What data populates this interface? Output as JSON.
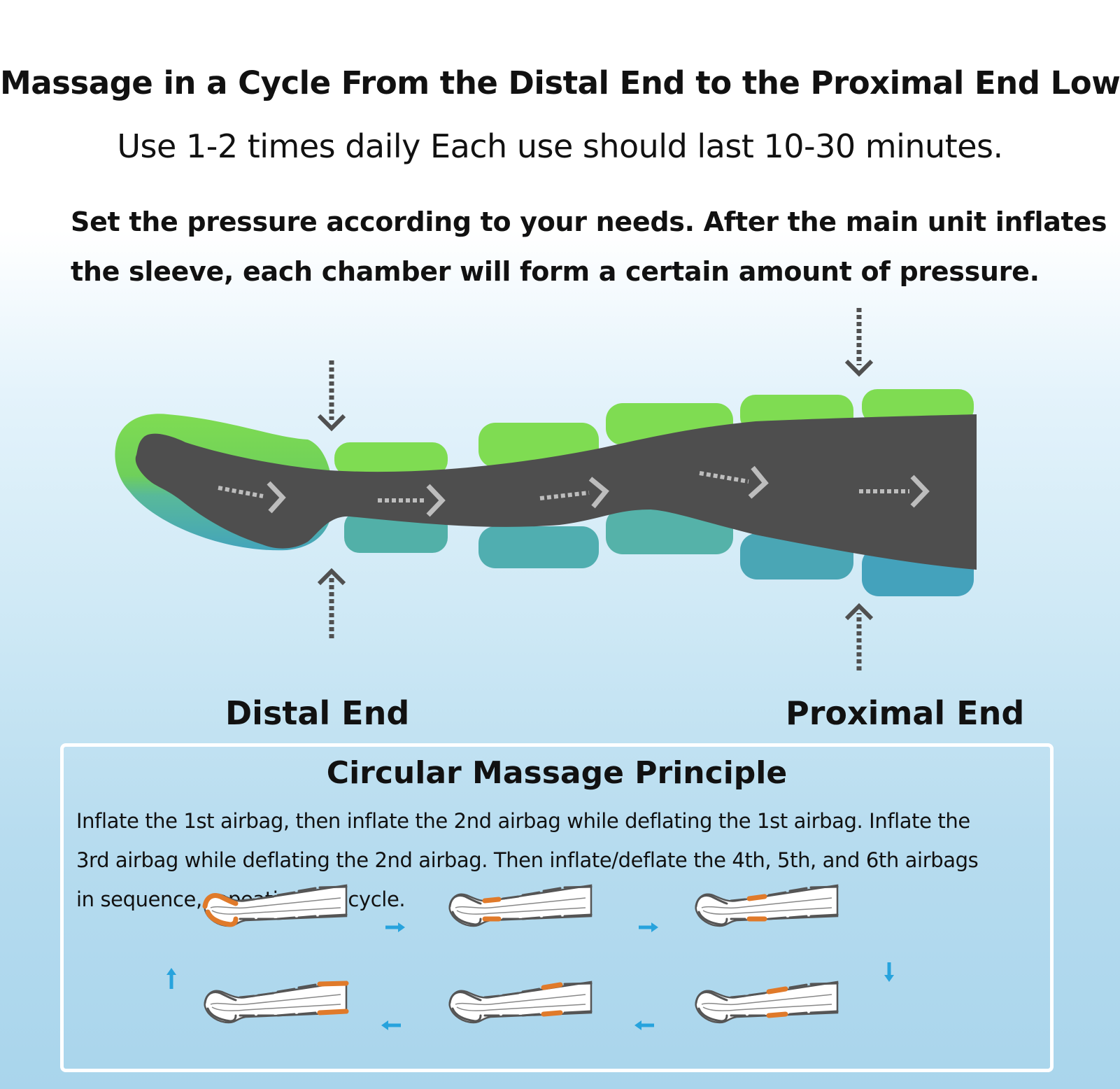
{
  "headline": "Massage in a Cycle From the Distal End to the Proximal End Low",
  "usage": "Use 1-2 times daily  Each use should last 10-30 minutes.",
  "pressure_lines": [
    "Set the pressure according to your needs. After the main unit inflates",
    "the sleeve, each chamber will form a certain amount of pressure."
  ],
  "labels": {
    "distal": "Distal End",
    "proximal": "Proximal End"
  },
  "principle": {
    "title": "Circular Massage Principle",
    "lines": [
      "Inflate the 1st airbag, then inflate the 2nd airbag while deflating the 1st airbag. Inflate the",
      "3rd airbag while deflating the 2nd airbag. Then inflate/deflate the 4th, 5th, and 6th airbags",
      "in sequence, repeating the cycle."
    ]
  },
  "colors": {
    "leg": "#4e4e4e",
    "chamber_top": "#7fdc52",
    "chamber_bottom": "#4aa8b8",
    "arrow": "#bdbdbd",
    "pressure_arrow": "#505050",
    "active_airbag": "#e07a2a",
    "cycle_arrow": "#27a3dd"
  },
  "cycle_steps": [
    {
      "step": 1,
      "active_airbag": 1
    },
    {
      "step": 2,
      "active_airbag": 2
    },
    {
      "step": 3,
      "active_airbag": 3
    },
    {
      "step": 4,
      "active_airbag": 4
    },
    {
      "step": 5,
      "active_airbag": 5
    },
    {
      "step": 6,
      "active_airbag": 6
    }
  ]
}
